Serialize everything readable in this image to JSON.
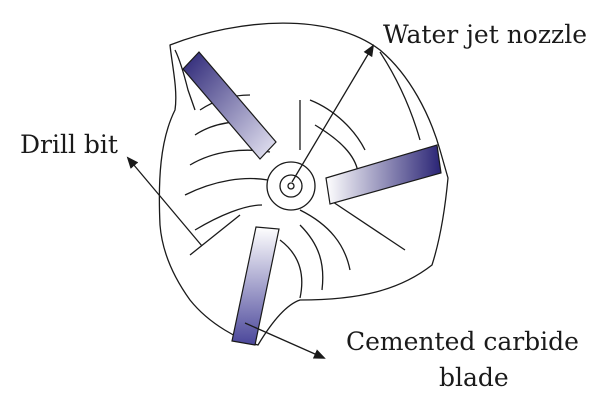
{
  "labels": {
    "water_jet_nozzle": "Water jet nozzle",
    "drill_bit": "Drill bit",
    "blade_line1": "Cemented carbide",
    "blade_line2": "blade"
  },
  "colors": {
    "outline": "#1a1a1a",
    "blade_dark": "#2a2475",
    "blade_light": "#e9e8f5"
  },
  "parts": [
    "drill-bit-body",
    "water-jet-nozzle",
    "cemented-carbide-blade",
    "cemented-carbide-blade",
    "cemented-carbide-blade"
  ]
}
